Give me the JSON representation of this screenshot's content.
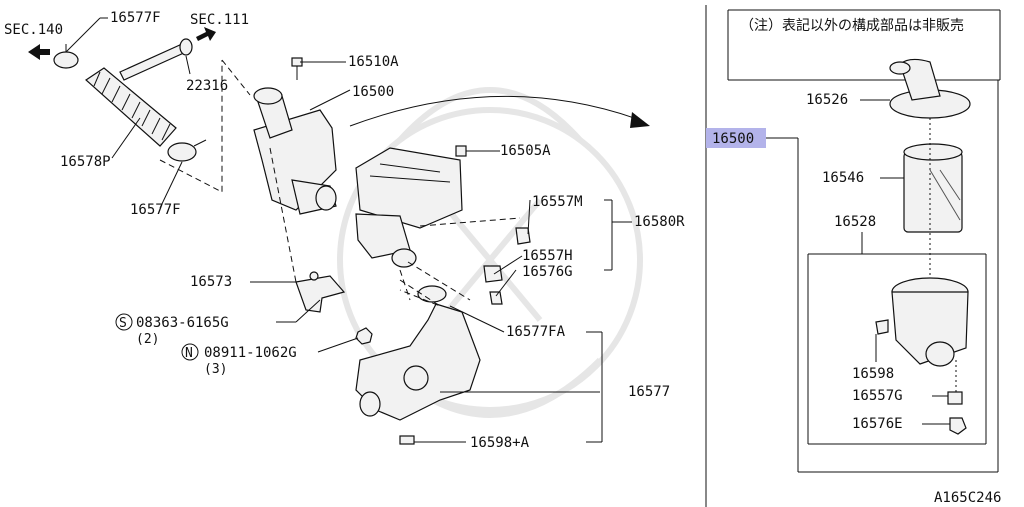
{
  "note": "（注）表記以外の構成部品は非販売",
  "figure_id": "A165C246",
  "sections": {
    "left": "SEC.140",
    "right": "SEC.111"
  },
  "parts": {
    "p16577F_top": "16577F",
    "p22316": "22316",
    "p16578P": "16578P",
    "p16577F_bottom": "16577F",
    "p16510A": "16510A",
    "p16500_main": "16500",
    "p16505A": "16505A",
    "p16557M": "16557M",
    "p16580R": "16580R",
    "p16557H": "16557H",
    "p16576G": "16576G",
    "p16573": "16573",
    "s_bolt": "08363-6165G",
    "s_bolt_qty": "(2)",
    "n_nut": "08911-1062G",
    "n_nut_qty": "(3)",
    "p16577FA": "16577FA",
    "p16577": "16577",
    "p16598A": "16598+A",
    "p16500_box": "16500",
    "p16526": "16526",
    "p16546": "16546",
    "p16528": "16528",
    "p16598": "16598",
    "p16557G": "16557G",
    "p16576E": "16576E"
  },
  "symbols": {
    "s": "S",
    "n": "N"
  },
  "colors": {
    "highlight": "#b3b3ea",
    "line": "#111111"
  },
  "icons": {
    "arrow_left": "arrow-left-icon",
    "arrow_right": "arrow-right-icon"
  }
}
